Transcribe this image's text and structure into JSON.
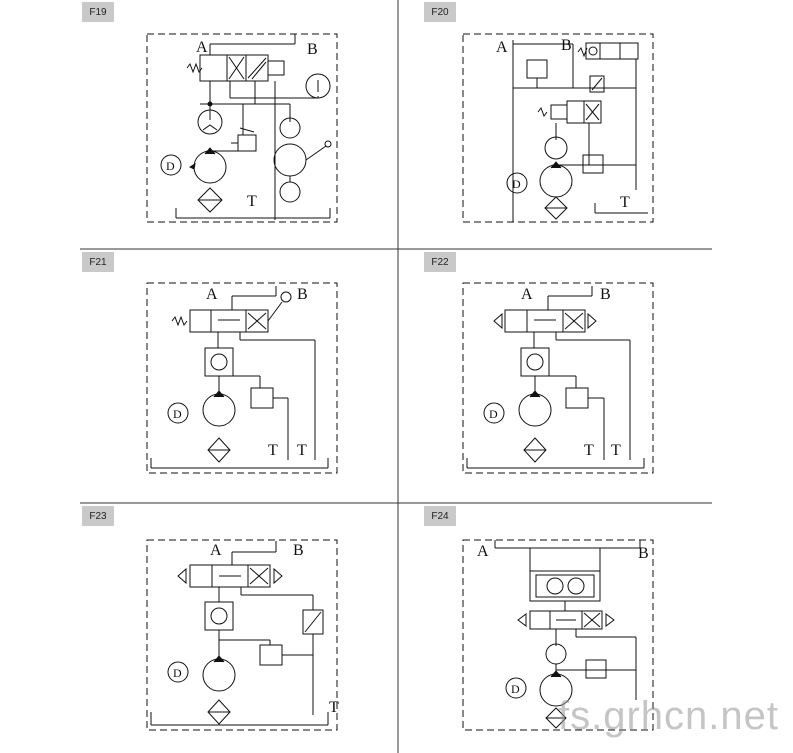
{
  "panels": [
    {
      "tag": "F19",
      "a": "A",
      "b": "B",
      "t": [
        "T"
      ]
    },
    {
      "tag": "F20",
      "a": "A",
      "b": "B",
      "t": [
        "T"
      ]
    },
    {
      "tag": "F21",
      "a": "A",
      "b": "B",
      "t": [
        "T",
        "T"
      ]
    },
    {
      "tag": "F22",
      "a": "A",
      "b": "B",
      "t": [
        "T",
        "T"
      ]
    },
    {
      "tag": "F23",
      "a": "A",
      "b": "B",
      "t": [
        "T"
      ]
    },
    {
      "tag": "F24",
      "a": "A",
      "b": "B",
      "t": []
    }
  ],
  "watermark": "fs.grhcn.net"
}
